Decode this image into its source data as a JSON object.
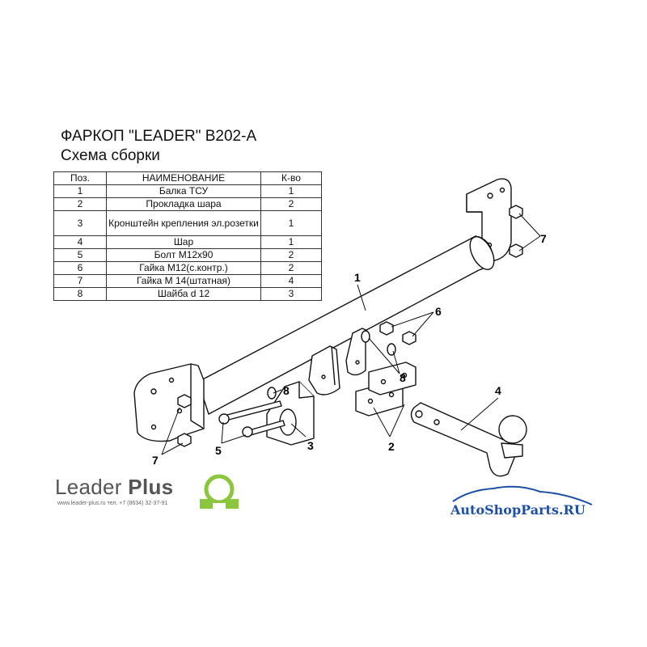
{
  "title": {
    "line1": "ФАРКОП \"LEADER\" B202-A",
    "line2": "Схема сборки"
  },
  "table": {
    "headers": [
      "Поз.",
      "НАИМЕНОВАНИЕ",
      "К-во"
    ],
    "rows": [
      {
        "pos": "1",
        "name": "Балка ТСУ",
        "qty": "1"
      },
      {
        "pos": "2",
        "name": "Прокладка шара",
        "qty": "2"
      },
      {
        "pos": "3",
        "name": "Кронштейн крепления эл.розетки",
        "qty": "1"
      },
      {
        "pos": "4",
        "name": "Шар",
        "qty": "1"
      },
      {
        "pos": "5",
        "name": "Болт М12х90",
        "qty": "2"
      },
      {
        "pos": "6",
        "name": "Гайка М12(с.контр.)",
        "qty": "2"
      },
      {
        "pos": "7",
        "name": "Гайка  М 14(штатная)",
        "qty": "4"
      },
      {
        "pos": "8",
        "name": "Шайба d 12",
        "qty": "3"
      }
    ]
  },
  "callouts": {
    "c1": "1",
    "c2": "2",
    "c3": "3",
    "c4": "4",
    "c5": "5",
    "c6": "6",
    "c7a": "7",
    "c7b": "7",
    "c8a": "8",
    "c8b": "8"
  },
  "logo": {
    "brand": "Leader",
    "brand_bold": "Plus",
    "contact": "www.leader-plus.ru   тел. +7 (8634) 32-37-91",
    "accent_color": "#8cc63f"
  },
  "watermark": "AutoShopParts.RU"
}
